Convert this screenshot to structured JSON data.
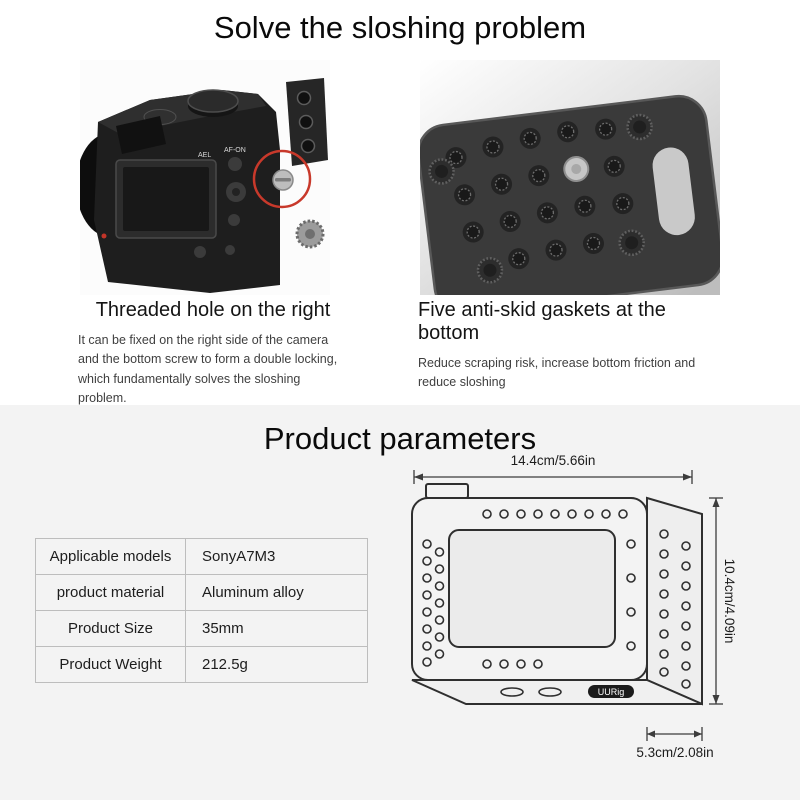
{
  "colors": {
    "accent_red": "#c8392b",
    "section2_bg": "#f3f3f3",
    "heading_text": "#0a0a0a",
    "body_text": "#3f3f3f"
  },
  "section_features": {
    "title": "Solve the sloshing problem",
    "left_feature": {
      "heading": "Threaded hole on the right",
      "body": "It can be fixed on the right side of the camera and the bottom screw to form a double locking, which fundamentally solves the sloshing problem."
    },
    "right_feature": {
      "heading": "Five anti-skid gaskets at the bottom",
      "body": "Reduce scraping risk, increase bottom friction and reduce sloshing"
    },
    "camera_labels": {
      "af_on": "AF-ON",
      "ael": "AEL"
    }
  },
  "section_parameters": {
    "title": "Product parameters",
    "table": {
      "rows": [
        {
          "label": "Applicable models",
          "value": "SonyA7M3"
        },
        {
          "label": "product material",
          "value": "Aluminum alloy"
        },
        {
          "label": "Product Size",
          "value": "35mm"
        },
        {
          "label": "Product Weight",
          "value": "212.5g"
        }
      ]
    },
    "diagram": {
      "width_label": "14.4cm/5.66in",
      "height_label": "10.4cm/4.09in",
      "depth_label": "5.3cm/2.08in",
      "brand": "UURig"
    }
  }
}
